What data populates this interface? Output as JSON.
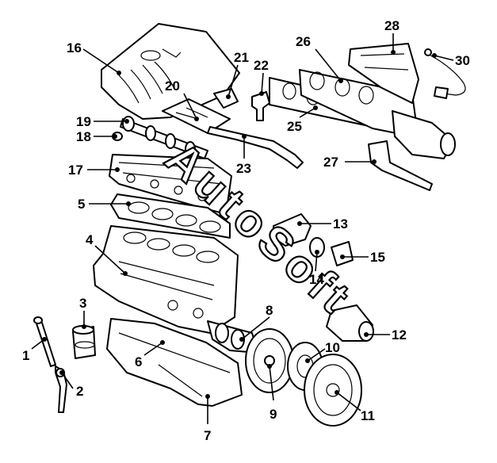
{
  "diagram": {
    "type": "exploded-parts-diagram",
    "watermark": "AutoSoft",
    "callouts": [
      "1",
      "2",
      "3",
      "4",
      "5",
      "6",
      "7",
      "8",
      "9",
      "10",
      "11",
      "12",
      "13",
      "14",
      "15",
      "16",
      "17",
      "18",
      "19",
      "20",
      "21",
      "22",
      "23",
      "25",
      "26",
      "27",
      "28",
      "30"
    ]
  }
}
